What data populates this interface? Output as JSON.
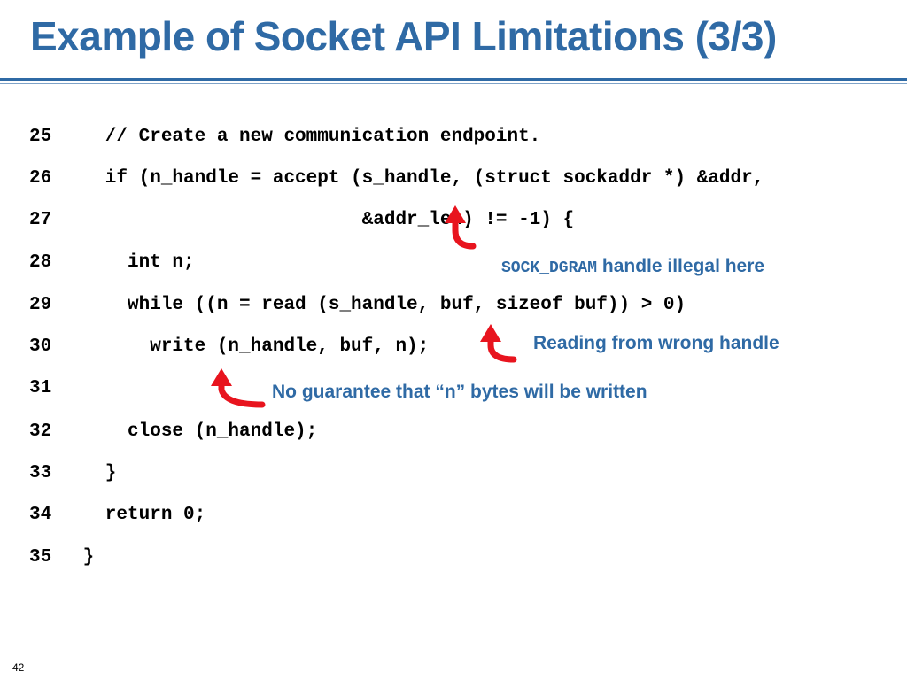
{
  "slide": {
    "title": "Example of Socket API Limitations (3/3)",
    "page_number": "42"
  },
  "code": [
    {
      "num": "25",
      "text": "   // Create a new communication endpoint."
    },
    {
      "num": "26",
      "text": "   if (n_handle = accept (s_handle, (struct sockaddr *) &addr,"
    },
    {
      "num": "27",
      "text": "                          &addr_len) != -1) {"
    },
    {
      "num": "28",
      "text": "     int n;"
    },
    {
      "num": "29",
      "text": "     while ((n = read (s_handle, buf, sizeof buf)) > 0)"
    },
    {
      "num": "30",
      "text": "       write (n_handle, buf, n);"
    },
    {
      "num": "31",
      "text": ""
    },
    {
      "num": "32",
      "text": "     close (n_handle);"
    },
    {
      "num": "33",
      "text": "   }"
    },
    {
      "num": "34",
      "text": "   return 0;"
    },
    {
      "num": "35",
      "text": " }"
    }
  ],
  "annotations": {
    "sock_dgram": {
      "code": "SOCK_DGRAM",
      "text": " handle illegal here"
    },
    "wrong_handle": {
      "text": "Reading from wrong handle"
    },
    "no_guarantee": {
      "text": "No guarantee that “n” bytes will be written"
    }
  },
  "colors": {
    "title": "#2f6aa5",
    "annotation": "#2f6aa5",
    "arrow": "#e8141e",
    "code": "#000000"
  },
  "icons": [
    "curved-arrow-icon"
  ]
}
